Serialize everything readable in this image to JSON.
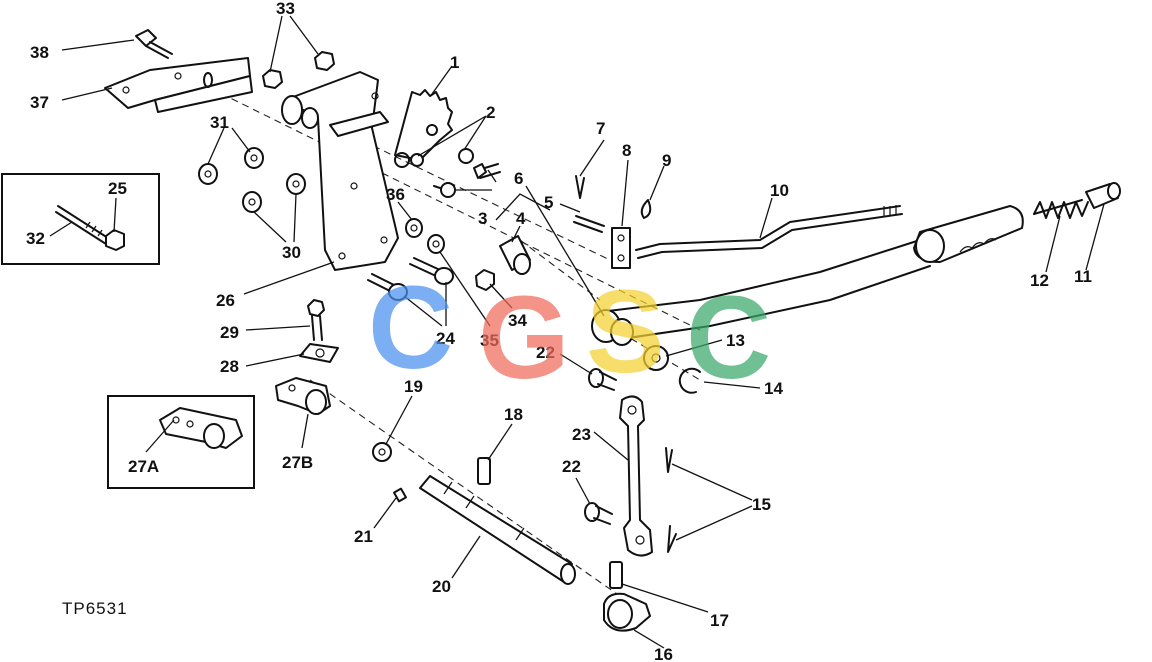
{
  "figure": {
    "reference": "TP6531",
    "callouts": {
      "c1": "1",
      "c2": "2",
      "c3": "3",
      "c4": "4",
      "c5": "5",
      "c6": "6",
      "c7": "7",
      "c8": "8",
      "c9": "9",
      "c10": "10",
      "c11": "11",
      "c12": "12",
      "c13": "13",
      "c14": "14",
      "c15": "15",
      "c16": "16",
      "c17": "17",
      "c18": "18",
      "c19": "19",
      "c20": "20",
      "c21": "21",
      "c22a": "22",
      "c22b": "22",
      "c23": "23",
      "c24": "24",
      "c25": "25",
      "c26": "26",
      "c27A": "27A",
      "c27B": "27B",
      "c28": "28",
      "c29": "29",
      "c30": "30",
      "c31": "31",
      "c32": "32",
      "c33": "33",
      "c34": "34",
      "c35": "35",
      "c36": "36",
      "c37": "37",
      "c38": "38"
    }
  },
  "watermark": {
    "letters": [
      "C",
      "G",
      "S",
      "C"
    ],
    "colors": [
      "#4a90f0",
      "#f06a5a",
      "#f5d030",
      "#3aa86a"
    ]
  }
}
